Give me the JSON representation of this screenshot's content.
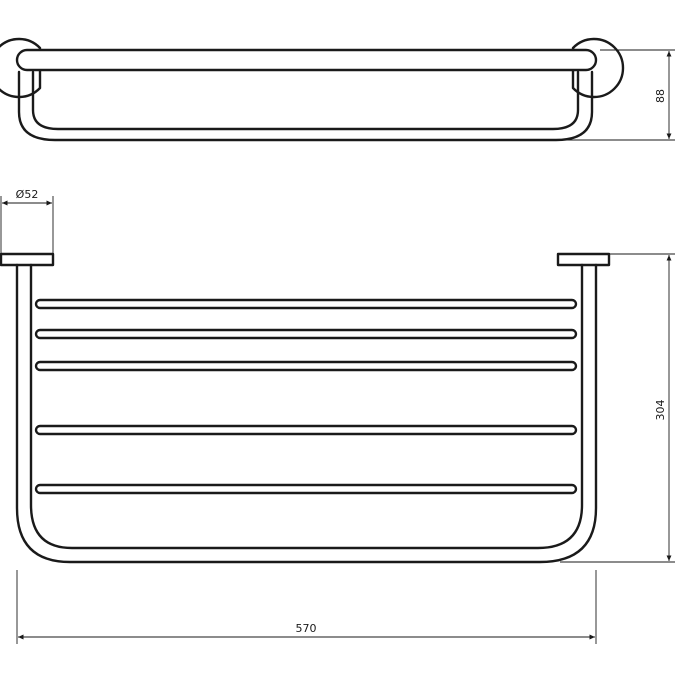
{
  "dimensions": {
    "height_top_view": "88",
    "height_front_view": "304",
    "width": "570",
    "diameter": "Ø52"
  },
  "colors": {
    "line": "#1a1a1a",
    "background": "#ffffff"
  }
}
